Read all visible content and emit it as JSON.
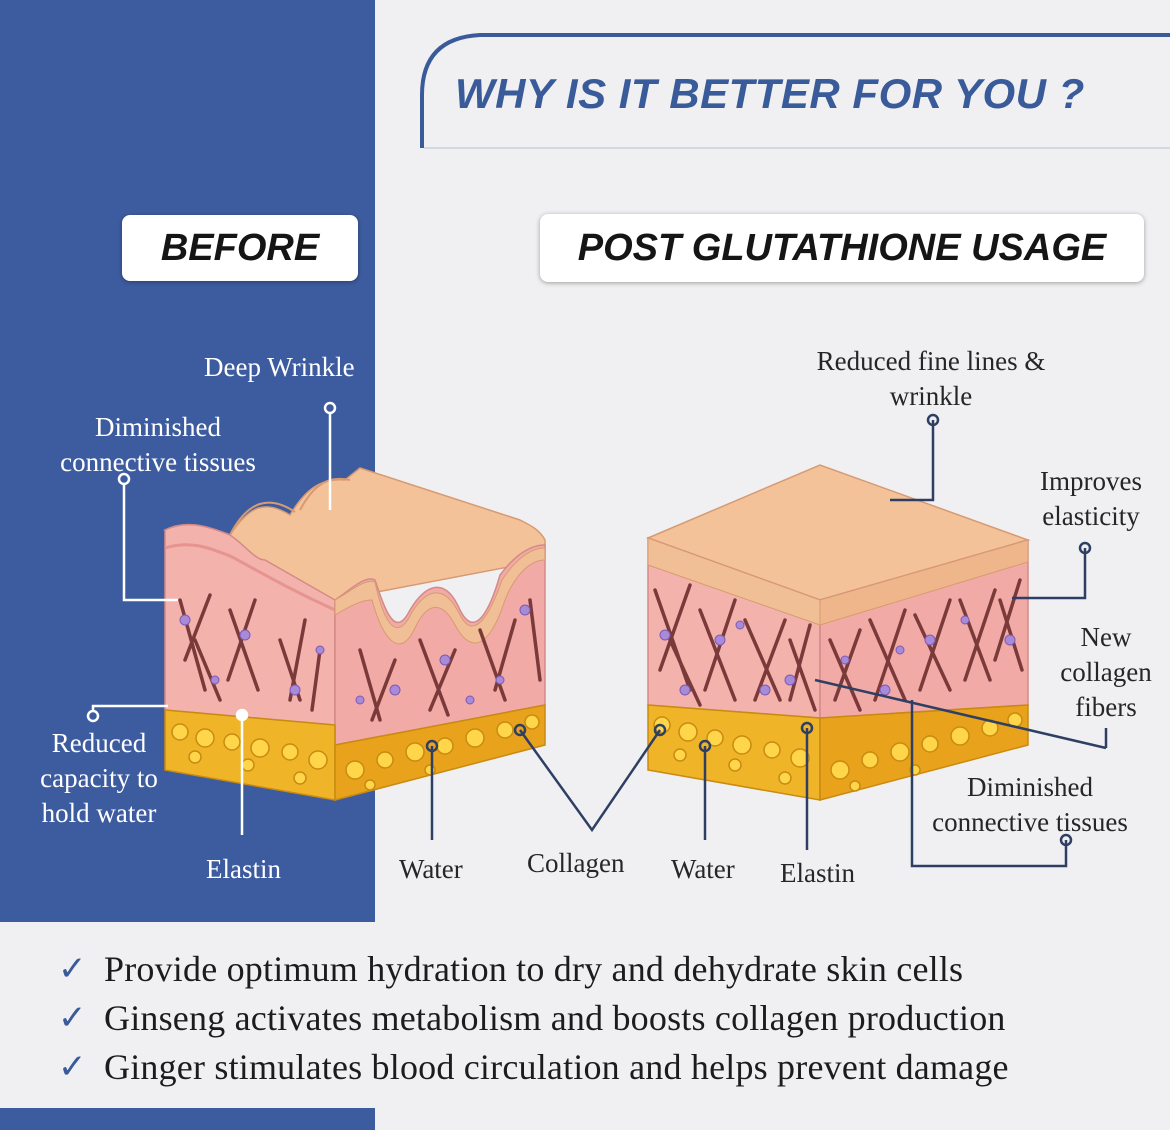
{
  "header": {
    "title": "WHY IS IT BETTER FOR YOU ?"
  },
  "before": {
    "label": "BEFORE",
    "annotations": {
      "deep_wrinkle": "Deep Wrinkle",
      "diminished_line1": "Diminished",
      "diminished_line2": "connective tissues",
      "reduced_line1": "Reduced",
      "reduced_line2": "capacity to",
      "reduced_line3": "hold water",
      "elastin": "Elastin"
    }
  },
  "after": {
    "label": "POST GLUTATHIONE USAGE",
    "annotations": {
      "reduced_fine_line1": "Reduced fine lines &",
      "reduced_fine_line2": "wrinkle",
      "improves_line1": "Improves",
      "improves_line2": "elasticity",
      "new_line1": "New",
      "new_line2": "collagen",
      "new_line3": "fibers",
      "diminished_line1": "Diminished",
      "diminished_line2": "connective tissues"
    }
  },
  "shared": {
    "water_left": "Water",
    "collagen": "Collagen",
    "water_right": "Water",
    "elastin_right": "Elastin"
  },
  "bullets": [
    "Provide optimum hydration to dry and dehydrate skin cells",
    "Ginseng activates metabolism and boosts collagen production",
    "Ginger stimulates blood circulation and helps prevent damage"
  ],
  "icons": {
    "check": "check-icon"
  },
  "colors": {
    "panel_blue": "#3d5c9f",
    "title_blue": "#3a5b9a",
    "epidermis": "#f2b98c",
    "dermis": "#f2a9a9",
    "fat": "#f0b429",
    "fiber": "#7a3a3a",
    "dot": "#a98ad6",
    "line": "#2f3f63"
  }
}
